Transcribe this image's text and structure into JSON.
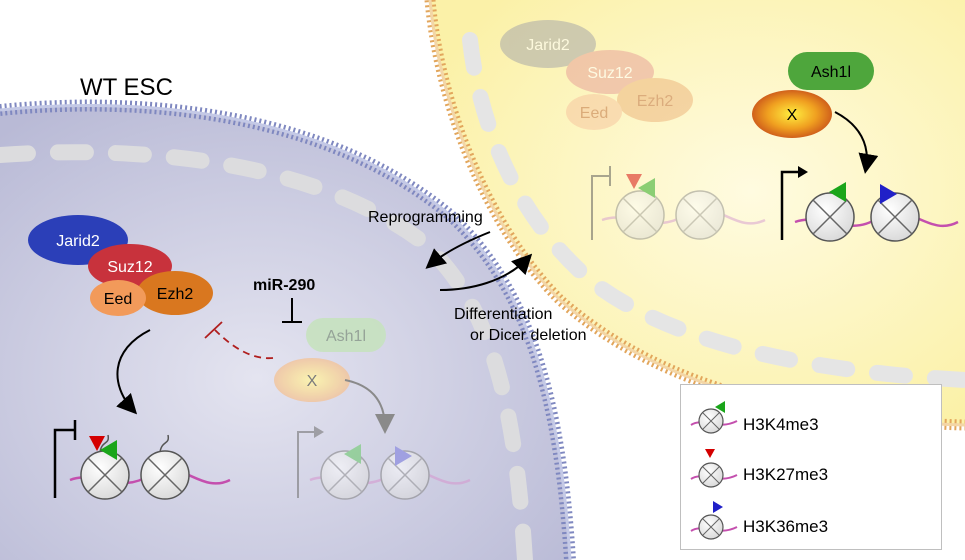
{
  "title": "WT ESC",
  "left_cell": {
    "complex": {
      "jarid2": "Jarid2",
      "suz12": "Suz12",
      "eed": "Eed",
      "ezh2": "Ezh2"
    },
    "mirna": "miR-290",
    "ash1l": "Ash1l",
    "x_factor": "X"
  },
  "right_cell": {
    "complex": {
      "jarid2": "Jarid2",
      "suz12": "Suz12",
      "eed": "Eed",
      "ezh2": "Ezh2"
    },
    "ash1l": "Ash1l",
    "x_factor": "X"
  },
  "arrows": {
    "reprogramming": "Reprogramming",
    "differentiation_line1": "Differentiation",
    "differentiation_line2": "or Dicer deletion"
  },
  "legend": [
    {
      "label": "H3K4me3",
      "color": "#1aa51a"
    },
    {
      "label": "H3K27me3",
      "color": "#d40000"
    },
    {
      "label": "H3K36me3",
      "color": "#2020c8"
    }
  ],
  "colors": {
    "jarid2": "#2b3fb8",
    "suz12": "#c8323c",
    "ezh2": "#d9771f",
    "eed": "#f29a5a",
    "ash1l": "#4ea63c",
    "left_nucleus": "#d6d6e8",
    "right_cytoplasm": "#fdf8c8",
    "membrane_left": "#8f98c8",
    "membrane_right": "#e0a860"
  }
}
